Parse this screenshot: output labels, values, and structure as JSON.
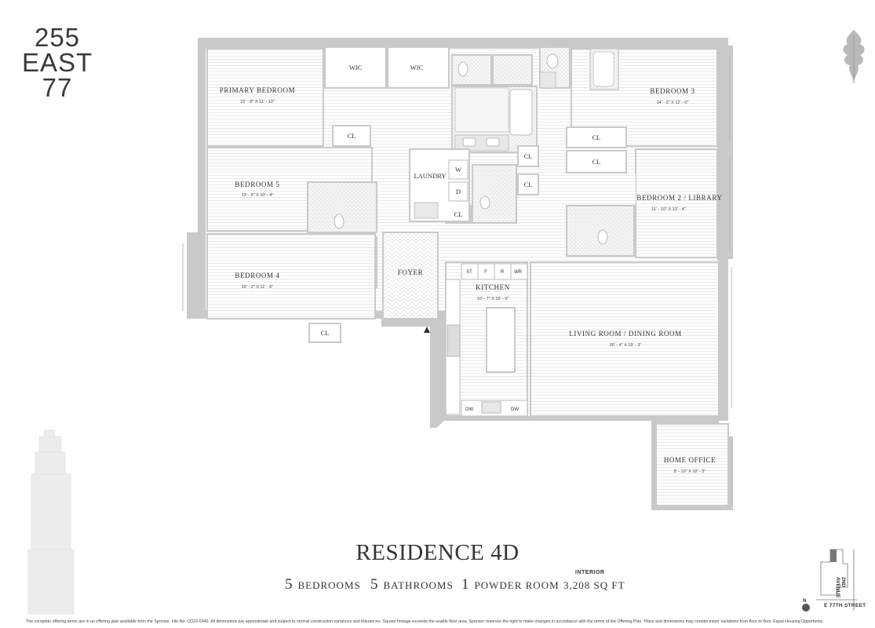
{
  "logo": {
    "line1": "255",
    "line2": "EAST",
    "line3": "77"
  },
  "residence": {
    "title": "RESIDENCE 4D"
  },
  "stats": {
    "bedrooms_num": "5",
    "bedrooms_label": "BEDROOMS",
    "bathrooms_num": "5",
    "bathrooms_label": "BATHROOMS",
    "powder_num": "1",
    "powder_label": "POWDER ROOM",
    "interior_label": "INTERIOR",
    "sqft": "3,208 SQ FT"
  },
  "rooms": {
    "primary_bedroom": {
      "name": "PRIMARY BEDROOM",
      "dims": "15' - 8\" X 11' - 10\""
    },
    "bedroom3": {
      "name": "BEDROOM 3",
      "dims": "14' - 3\" X 12' - 0\""
    },
    "bedroom5": {
      "name": "BEDROOM 5",
      "dims": "13' - 5\" X 10' - 4\""
    },
    "bedroom2": {
      "name": "BEDROOM 2 / LIBRARY",
      "dims": "11' - 10\" X 13' - 4\""
    },
    "bedroom4": {
      "name": "BEDROOM 4",
      "dims": "16' - 2\" X 11' - 6\""
    },
    "kitchen": {
      "name": "KITCHEN",
      "dims": "10' - 7\" X 19' - 0\""
    },
    "living": {
      "name": "LIVING ROOM / DINING ROOM",
      "dims": "26' - 4\" X 19' - 3\""
    },
    "home_office": {
      "name": "HOME OFFICE",
      "dims": "8' - 10\" X 10' - 5\""
    },
    "foyer": {
      "name": "FOYER"
    },
    "laundry": {
      "name": "LAUNDRY"
    },
    "wic": "WIC",
    "cl": "CL",
    "washer": "W",
    "dryer": "D",
    "st": "ST",
    "f": "F",
    "r": "R",
    "wr": "WR",
    "dw": "DW"
  },
  "map": {
    "avenue": "2ND AVENUE",
    "street": "E 77TH STREET",
    "north": "N"
  },
  "footnote": "The complete offering terms are in an offering plan available from the Sponsor. File No. CD23-0340. All dimensions are approximate and subject to normal construction variances and tolerances. Square footage exceeds the usable floor area. Sponsor reserves the right to make changes in accordance with the terms of the Offering Plan. Plans and dimensions may contain minor variations from floor to floor. Equal Housing Opportunity."
}
